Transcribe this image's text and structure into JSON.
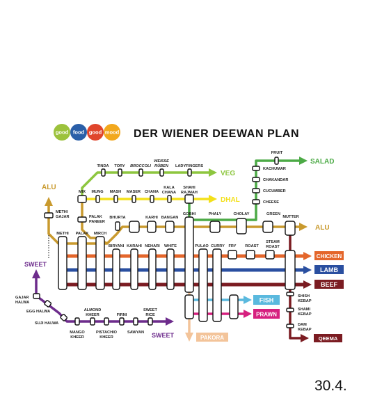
{
  "title": "DER WIENER DEEWAN PLAN",
  "date": "30.4.",
  "logo": {
    "words": [
      {
        "text": "good",
        "color": "#9cc23c"
      },
      {
        "text": "food",
        "color": "#2a5fa8"
      },
      {
        "text": "good",
        "color": "#e0452c"
      },
      {
        "text": "mood",
        "color": "#f2a81d"
      }
    ]
  },
  "colors": {
    "veg": "#8dc63f",
    "dhal": "#f3e01a",
    "alu": "#c99a2e",
    "salad": "#4caa46",
    "chicken": "#e4662b",
    "lamb": "#2a4fa0",
    "beef": "#7b1c22",
    "fish": "#5ab9de",
    "prawn": "#d6207f",
    "sweet": "#6d2c8c",
    "pakora": "#f3c49a",
    "qeema": "#7b1c22"
  },
  "lines": {
    "veg": "VEG",
    "dhal": "DHAL",
    "alu_left": "ALU",
    "alu_right": "ALU",
    "salad": "SALAD",
    "chicken": "CHICKEN",
    "lamb": "LAMB",
    "beef": "BEEF",
    "fish": "FISH",
    "prawn": "PRAWN",
    "sweet_top": "SWEET",
    "sweet_bottom": "SWEET",
    "pakora": "PAKORA",
    "qeema": "QEEMA"
  },
  "stations": {
    "tinda": "TINDA",
    "tory": "TORY",
    "broccoli": "BROCCOLI",
    "weisse": "WEISSE",
    "rueben": "RÜBEN",
    "ladyfingers": "LADYFINGERS",
    "mix": "MIX",
    "mung": "MUNG",
    "mash": "MASH",
    "maser": "MASER",
    "chana": "CHANA",
    "kala": "KALA",
    "kala_chana": "CHANA",
    "shahi": "SHAHI",
    "rajmah": "RAJMAH",
    "fruit": "FRUIT",
    "kachumar": "KACHUMAR",
    "chakandar": "CHAKANDAR",
    "cucumber": "CUCUMBER",
    "cheese": "CHEESE",
    "green": "GREEN",
    "methi_top": "METHI",
    "gajar_top": "GAJAR",
    "palak_top": "PALAK",
    "paneer": "PANEER",
    "bhurta": "BHURTA",
    "karhi_top": "KARHI",
    "bangan": "BANGAN",
    "gobhi": "GOBHI",
    "phaly": "PHALY",
    "cholay": "CHOLAY",
    "mutter": "MUTTER",
    "methi": "METHI",
    "palak": "PALAK",
    "mirch": "MIRCH",
    "biryani": "BIRYANI",
    "karahi": "KARAHI",
    "nehari": "NEHARI",
    "white": "WHITE",
    "pulao": "PULAO",
    "curry": "CURRY",
    "fry": "FRY",
    "roast": "ROAST",
    "steam": "STEAM",
    "roast2": "ROAST",
    "gajar_halwa_1": "GAJAR",
    "gajar_halwa_2": "HALWA",
    "egg_halwa": "EGG HALWA",
    "suji_halwa": "SUJI HALWA",
    "mango": "MANGO",
    "kheer1": "KHEER",
    "almond": "ALMOND",
    "kheer2": "KHEER",
    "pistachio": "PISTACHIO",
    "kheer3": "KHEER",
    "firni": "FIRNI",
    "sawyan": "SAWYAN",
    "sweet_st": "SWEET",
    "rice": "RICE",
    "shish": "SHISH",
    "kebap1": "KEBAP",
    "shami": "SHAMI",
    "kebap2": "KEBAP",
    "dam": "DAM",
    "kebap3": "KEBAP"
  }
}
